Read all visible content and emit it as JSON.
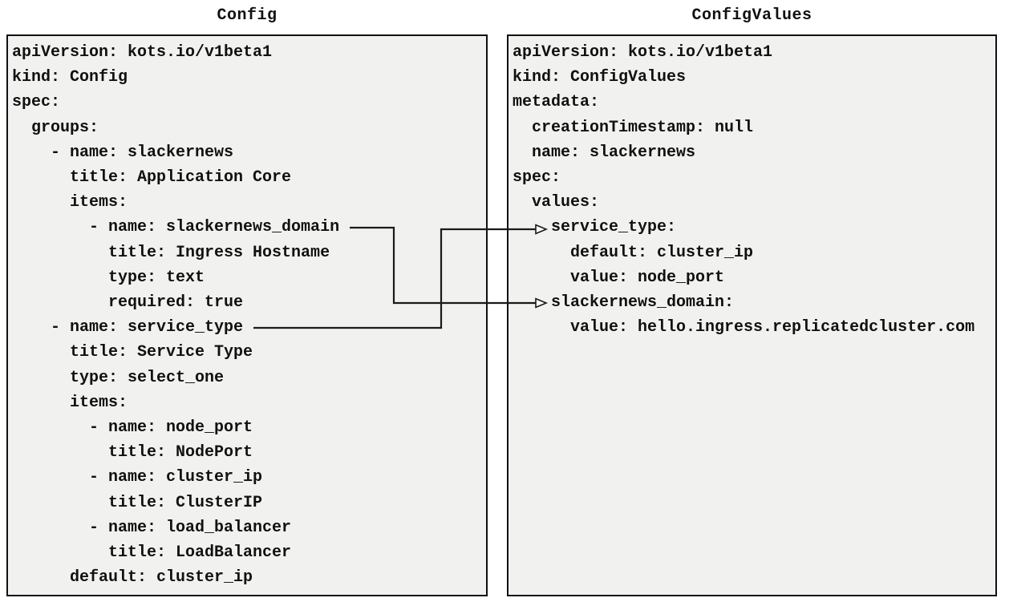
{
  "diagram": {
    "left_panel": {
      "title": "Config",
      "lines": [
        "apiVersion: kots.io/v1beta1",
        "kind: Config",
        "spec:",
        "  groups:",
        "    - name: slackernews",
        "      title: Application Core",
        "      items:",
        "        - name: slackernews_domain",
        "          title: Ingress Hostname",
        "          type: text",
        "          required: true",
        "    - name: service_type",
        "      title: Service Type",
        "      type: select_one",
        "      items:",
        "        - name: node_port",
        "          title: NodePort",
        "        - name: cluster_ip",
        "          title: ClusterIP",
        "        - name: load_balancer",
        "          title: LoadBalancer",
        "      default: cluster_ip"
      ]
    },
    "right_panel": {
      "title": "ConfigValues",
      "lines": [
        "apiVersion: kots.io/v1beta1",
        "kind: ConfigValues",
        "metadata:",
        "  creationTimestamp: null",
        "  name: slackernews",
        "spec:",
        "  values:",
        "    service_type:",
        "      default: cluster_ip",
        "      value: node_port",
        "    slackernews_domain:",
        "      value: hello.ingress.replicatedcluster.com"
      ]
    },
    "connections": [
      {
        "from": "Config item slackernews_domain",
        "to": "ConfigValues slackernews_domain"
      },
      {
        "from": "Config item service_type",
        "to": "ConfigValues service_type"
      }
    ],
    "colors": {
      "page_bg": "#ffffff",
      "panel_bg": "#f1f1ef",
      "panel_border": "#111111",
      "text": "#111111",
      "connector_line": "#1a1a1a",
      "arrowhead_fill": "#ffffff"
    }
  }
}
